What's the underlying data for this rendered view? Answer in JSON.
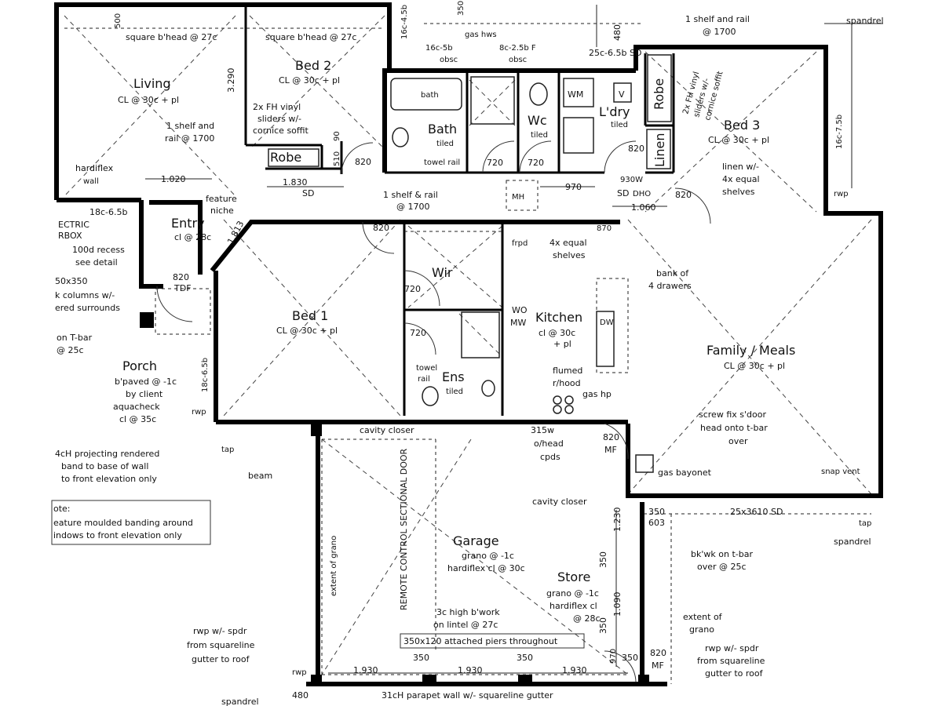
{
  "rooms": {
    "living": {
      "name": "Living",
      "ceiling": "CL @ 30c + pl"
    },
    "bed2": {
      "name": "Bed 2",
      "ceiling": "CL @ 30c + pl"
    },
    "bath": {
      "name": "Bath",
      "finish": "tiled"
    },
    "wc": {
      "name": "Wc",
      "finish": "tiled"
    },
    "laundry": {
      "name": "L'dry",
      "finish": "tiled"
    },
    "robe3": {
      "name": "Robe"
    },
    "bed3": {
      "name": "Bed 3",
      "ceiling": "CL @ 30c + pl"
    },
    "robe2": {
      "name": "Robe"
    },
    "linen": {
      "name": "Linen"
    },
    "entry": {
      "name": "Entry",
      "ceiling": "cl @ 28c"
    },
    "wir": {
      "name": "Wir"
    },
    "bed1": {
      "name": "Bed 1",
      "ceiling": "CL @ 30c + pl"
    },
    "ens": {
      "name": "Ens",
      "finish": "tiled"
    },
    "kitchen": {
      "name": "Kitchen",
      "ceiling": "cl @ 30c",
      "ceiling2": "+ pl"
    },
    "family": {
      "name": "Family / Meals",
      "ceiling": "CL @ 30c + pl"
    },
    "porch": {
      "name": "Porch",
      "line1": "b'paved @ -1c",
      "line2": "by client",
      "line3": "aquacheck",
      "line4": "cl @ 35c"
    },
    "garage": {
      "name": "Garage",
      "line1": "grano @ -1c",
      "line2": "hardiflex cl @ 30c"
    },
    "store": {
      "name": "Store",
      "line1": "grano @ -1c",
      "line2": "hardiflex cl",
      "line3": "@ 28c"
    }
  },
  "notes": {
    "bulkhead1": "square b'head @ 27c",
    "bulkhead2": "square b'head @ 27c",
    "shelf_rail_top": "1 shelf and rail",
    "shelf_rail_top_h": "@ 1700",
    "spandrel_top": "spandrel",
    "gas_hws": "gas hws",
    "sd_top": "25c-6.5b SD",
    "dim_480_top": "480",
    "fh_vinyl_1": "2x FH vinyl",
    "fh_vinyl_2": "sliders w/-",
    "fh_vinyl_3": "cornice soffit",
    "shelf_living_1": "1 shelf and",
    "shelf_living_2": "rail @ 1700",
    "hardiflex_1": "hardiflex",
    "hardiflex_2": "wall",
    "dim_1020": "1.020",
    "dim_1830": "1.830",
    "sd_label": "SD",
    "feature_niche_1": "feature",
    "feature_niche_2": "niche",
    "electric_1": "ECTRIC",
    "electric_2": "RBOX",
    "recess_1": "100d recess",
    "recess_2": "see detail",
    "col_1": "50x350",
    "col_2": "k columns w/-",
    "col_3": "ered surrounds",
    "tbar_1": "on T-bar",
    "tbar_2": "@ 25c",
    "dim_1813": "1.813",
    "dim_820_entry": "820",
    "tdf": "TDF",
    "bath_label": "bath",
    "towel_rail": "towel rail",
    "dim_720_bath": "720",
    "dim_720_wc": "720",
    "wm": "WM",
    "v_label": "V",
    "dim_820_bed3": "820",
    "dim_820_bed2": "820",
    "linen_note_1": "linen w/-",
    "linen_note_2": "4x equal",
    "linen_note_3": "shelves",
    "mh": "MH",
    "dim_970": "970",
    "sd_2": "SD",
    "dhc_930": "930W",
    "dhc": "DHO",
    "dim_1060": "1.060",
    "dim_820_fam": "820",
    "dim_870": "870",
    "shelf_rail_mid": "1 shelf & rail",
    "shelf_rail_mid_h": "@ 1700",
    "dim_820_bed1": "820",
    "frpd": "frpd",
    "equal_shelves_1": "4x equal",
    "equal_shelves_2": "shelves",
    "drawers_1": "bank of",
    "drawers_2": "4 drawers",
    "dim_720_wir": "720",
    "dim_720_ens": "720",
    "towel_rail_2": "towel",
    "towel_rail_2b": "rail",
    "wo": "WO",
    "mw": "MW",
    "dw": "DW",
    "flumed_1": "flumed",
    "flumed_2": "r/hood",
    "gas_hp": "gas hp",
    "screw_1": "screw fix s'door",
    "screw_2": "head onto t-bar",
    "screw_3": "over",
    "snap_vent": "snap vent",
    "cavity_closer_1": "cavity closer",
    "cavity_closer_2": "cavity closer",
    "dim_315": "315w",
    "ohead_1": "o/head",
    "ohead_2": "cpds",
    "dim_820_mf": "820",
    "mf": "MF",
    "gas_bayonet": "gas bayonet",
    "sd_3610": "25x3610 SD",
    "dim_350_a": "350",
    "dim_603": "603",
    "tbar_bk_1": "bk'wk on t-bar",
    "tbar_bk_2": "over @ 25c",
    "extent_grano_1": "extent of",
    "extent_grano_2": "grano",
    "rwp_1": "rwp w/- spdr",
    "rwp_2": "from squareline",
    "rwp_3": "gutter to roof",
    "rwp_l1": "rwp w/- spdr",
    "rwp_l2": "from squareline",
    "rwp_l3": "gutter to roof",
    "dim_820_mf2": "820",
    "mf2": "MF",
    "dim_350_b": "350",
    "projecting_1": "4cH projecting rendered",
    "projecting_2": "band to base of wall",
    "projecting_3": "to front elevation only",
    "beam": "beam",
    "note_1": "ote:",
    "note_2": "eature moulded banding around",
    "note_3": "indows to front elevation only",
    "high_bwork_1": "3c high b'work",
    "high_bwork_2": "on lintel @ 27c",
    "piers": "350x120 attached piers throughout",
    "dim_1930_a": "1.930",
    "dim_1930_b": "1.930",
    "dim_1930_c": "1.930",
    "dim_350_c": "350",
    "dim_350_d": "350",
    "parapet": "31cH parapet wall w/- squareline gutter",
    "spandrel_l": "spandrel",
    "spandrel_r": "spandrel",
    "dim_480_b": "480",
    "remote_door": "REMOTE CONTROL SECTIONAL DOOR",
    "extent_grano_v": "extent of grano",
    "dim_1230": "1.230",
    "dim_1090": "1.090",
    "dim_350_e": "350",
    "dim_350_f": "350",
    "dim_970_v": "970",
    "dim_3290": "3.290",
    "dim_500": "500",
    "dim_16c45b": "16c-4.5b",
    "dim_350_top": "350",
    "dim_16c75b": "16c-7.5b",
    "dim_18c65b_v": "18c-6.5b",
    "dim_18c65b": "18c-6.5b",
    "dim_16c5b": "16c-5b",
    "obsc": "obsc",
    "dim_8c25b": "8c-2.5b F",
    "obsc2": "obsc",
    "vinyl_bed3_1": "2x FH vinyl",
    "vinyl_bed3_2": "sliders w/-",
    "vinyl_bed3_3": "cornice soffit",
    "rwp_small": "rwp",
    "rwp_small2": "rwp",
    "rwp_small3": "rwp",
    "tap_1": "tap",
    "tap_2": "tap",
    "dim_510": "510",
    "dim_90": "90"
  }
}
